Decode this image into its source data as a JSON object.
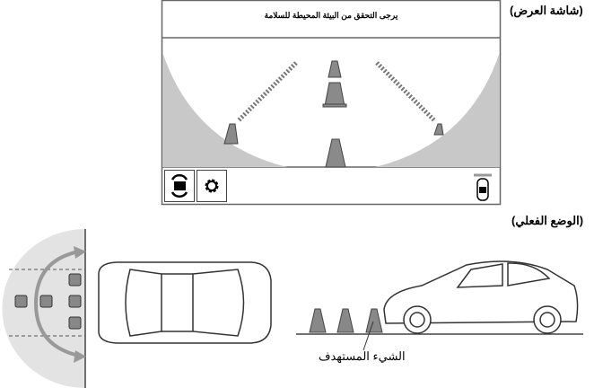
{
  "labels": {
    "display_screen": "(شاشة العرض)",
    "actual_situation": "(الوضع الفعلي)",
    "target_object": "الشيء المستهدف"
  },
  "screen": {
    "message": "يرجى التحقق من البيئة المحيطة للسلامة",
    "buttons": [
      {
        "icon": "camera-switch-icon"
      },
      {
        "icon": "gear-icon"
      }
    ],
    "status_icon": "car-sensor-icon"
  },
  "colors": {
    "gray_area": "#c8c8c8",
    "cone": "#8a8a8a",
    "outline": "#555555"
  }
}
